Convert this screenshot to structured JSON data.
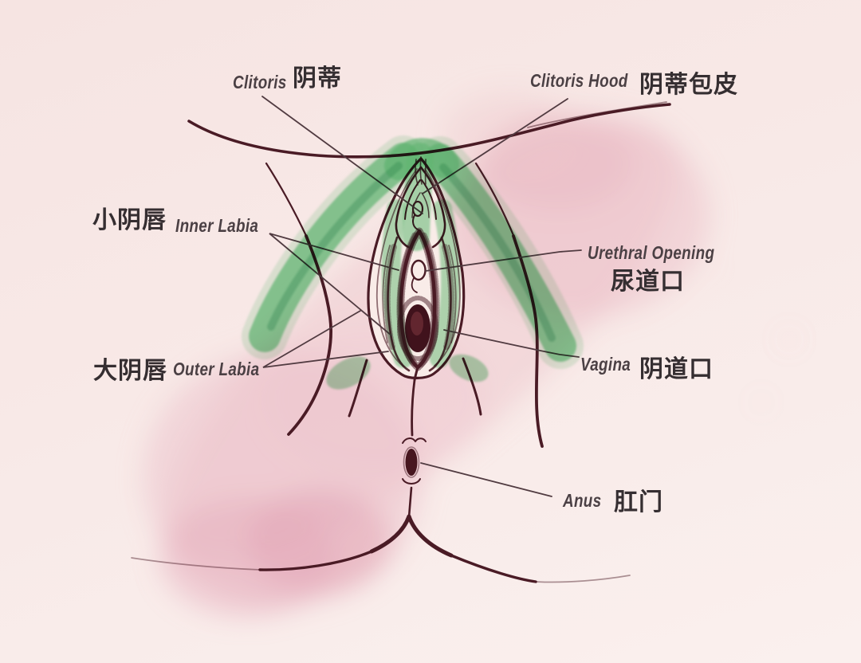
{
  "figure": {
    "description": "Hand-drawn ink sketch of external female genital anatomy (vulva, front view) with pink watercolor wash and translucent green highlighter strokes; bilingual English and Chinese labels connected by thin leader lines."
  },
  "labels": {
    "clitoris": {
      "en": "Clitoris",
      "zh": "阴蒂"
    },
    "clitoris_hood": {
      "en": "Clitoris Hood",
      "zh": "阴蒂包皮"
    },
    "inner_labia": {
      "en": "Inner Labia",
      "zh": "小阴唇"
    },
    "urethral_opening": {
      "en": "Urethral Opening",
      "zh": "尿道口"
    },
    "outer_labia": {
      "en": "Outer Labia",
      "zh": "大阴唇"
    },
    "vagina": {
      "en": "Vagina",
      "zh": "阴道口"
    },
    "anus": {
      "en": "Anus",
      "zh": "肛门"
    }
  },
  "colors": {
    "background": "#f8e9e7",
    "watercolor_pink": "#ecc3cb",
    "watercolor_deep_pink": "#e2a2b4",
    "highlight_green": "#63c67e",
    "ink": "#4a1b25",
    "leader_line": "#513b41",
    "label_text_en": "#4b4044",
    "label_text_zh": "#352e31"
  }
}
